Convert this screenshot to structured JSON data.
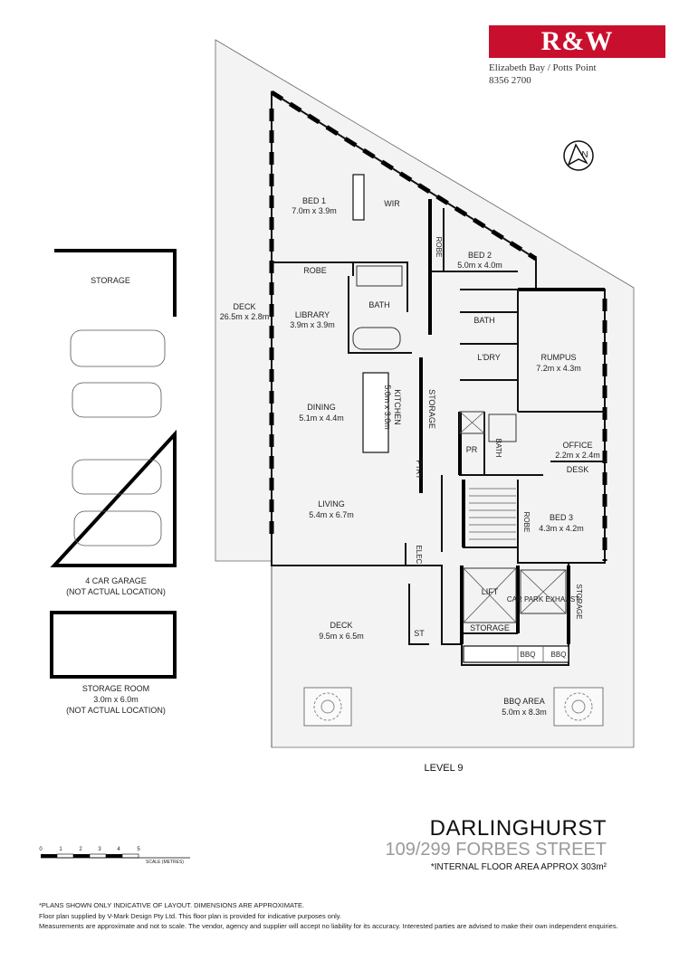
{
  "agency": {
    "logo_text": "R&W",
    "office": "Elizabeth Bay / Potts Point",
    "phone": "8356 2700",
    "brand_color": "#c8102e"
  },
  "compass": {
    "letter": "N"
  },
  "rooms": {
    "bed1": {
      "name": "BED 1",
      "size": "7.0m x 3.9m"
    },
    "wir": {
      "name": "WIR"
    },
    "robe_top": {
      "name": "ROBE"
    },
    "robe_vertical": {
      "name": "ROBE"
    },
    "bed2": {
      "name": "BED 2",
      "size": "5.0m x 4.0m"
    },
    "deck_west": {
      "name": "DECK",
      "size": "26.5m x 2.8m"
    },
    "library": {
      "name": "LIBRARY",
      "size": "3.9m x 3.9m"
    },
    "bath1": {
      "name": "BATH"
    },
    "bath2": {
      "name": "BATH"
    },
    "ldry": {
      "name": "L'DRY"
    },
    "rumpus": {
      "name": "RUMPUS",
      "size": "7.2m x 4.3m"
    },
    "dining": {
      "name": "DINING",
      "size": "5.1m x 4.4m"
    },
    "kitchen": {
      "name": "KITCHEN",
      "size": "5.0m x 3.0m"
    },
    "storage_hall": {
      "name": "STORAGE"
    },
    "pr": {
      "name": "PR"
    },
    "bath3": {
      "name": "BATH"
    },
    "office": {
      "name": "OFFICE",
      "size": "2.2m x 2.4m"
    },
    "desk": {
      "name": "DESK"
    },
    "ptry": {
      "name": "PTRY"
    },
    "living": {
      "name": "LIVING",
      "size": "5.4m x 6.7m"
    },
    "robe_bed3": {
      "name": "ROBE"
    },
    "bed3": {
      "name": "BED 3",
      "size": "4.3m x 4.2m"
    },
    "elec": {
      "name": "ELEC."
    },
    "lift": {
      "name": "LIFT"
    },
    "car_park_exhaust": {
      "name": "CAR PARK EXHAUST"
    },
    "storage_right": {
      "name": "STORAGE"
    },
    "storage_lift": {
      "name": "STORAGE"
    },
    "st": {
      "name": "ST"
    },
    "deck_south": {
      "name": "DECK",
      "size": "9.5m x 6.5m"
    },
    "bbq1": {
      "name": "BBQ"
    },
    "bbq2": {
      "name": "BBQ"
    },
    "bbq_area": {
      "name": "BBQ AREA",
      "size": "5.0m x 8.3m"
    }
  },
  "garage": {
    "storage_label": "STORAGE",
    "name": "4 CAR GARAGE",
    "note": "(NOT ACTUAL LOCATION)"
  },
  "storage_room": {
    "name": "STORAGE ROOM",
    "size": "3.0m x 6.0m",
    "note": "(NOT ACTUAL LOCATION)"
  },
  "level": "LEVEL 9",
  "scale": {
    "ticks": [
      "0",
      "1",
      "2",
      "3",
      "4",
      "5"
    ],
    "label": "SCALE (METRES)"
  },
  "title": {
    "suburb": "DARLINGHURST",
    "address": "109/299 FORBES STREET",
    "area": "*INTERNAL FLOOR AREA APPROX 303m²"
  },
  "disclaimer": {
    "line1": "*PLANS SHOWN ONLY INDICATIVE OF LAYOUT. DIMENSIONS ARE APPROXIMATE.",
    "line2": "Floor plan supplied by V-Mark Design Pty Ltd. This floor plan is provided for indicative purposes only.",
    "line3": "Measurements are approximate and not to scale. The vendor, agency and supplier will accept no liability for its accuracy. Interested parties are advised to make their own independent enquiries."
  }
}
